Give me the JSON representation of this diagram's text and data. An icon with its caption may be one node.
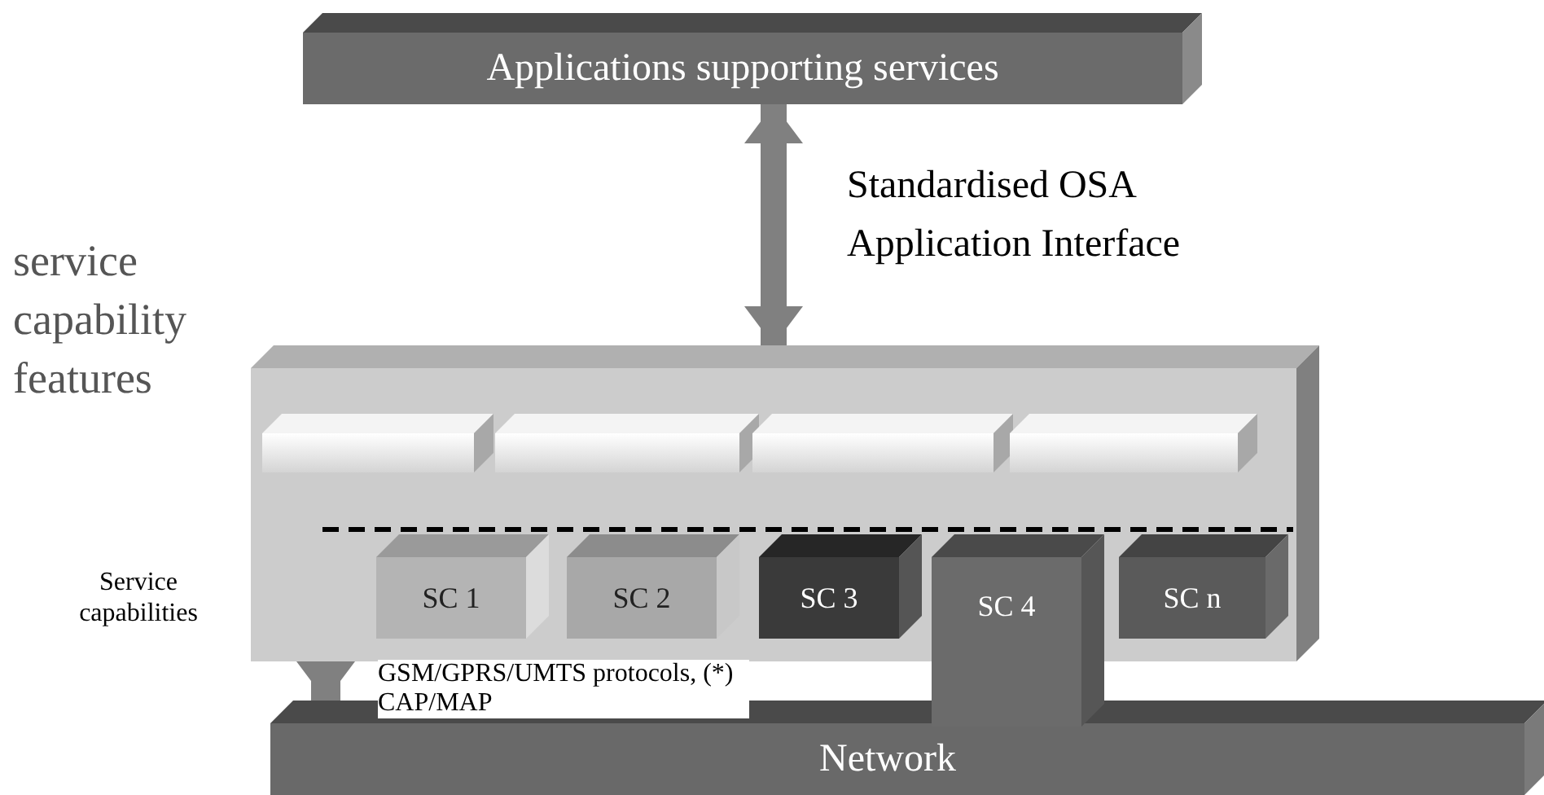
{
  "diagram": {
    "nodes": [
      {
        "text": [
          "Applications  supporting services"
        ]
      },
      {
        "text": [
          "service capability features"
        ]
      },
      {
        "text": [],
        "shape": "box",
        "in": 1
      },
      {
        "text": [],
        "shape": "box",
        "in": 1
      },
      {
        "text": [],
        "shape": "box",
        "in": 1
      },
      {
        "text": [],
        "shape": "box",
        "in": 1
      },
      {
        "text": [
          "SC 1"
        ],
        "in": 1
      },
      {
        "text": [
          "SC 2"
        ],
        "in": 1
      },
      {
        "text": [
          "SC 3"
        ],
        "in": 1
      },
      {
        "text": [
          "SC 4"
        ]
      },
      {
        "text": [
          "SC n"
        ],
        "in": 1
      },
      {
        "text": [
          "Network"
        ]
      }
    ],
    "edges": [
      {
        "from": 0,
        "to": 1,
        "arrow": "both",
        "label": "Standardised OSA Application Interface"
      },
      {
        "from": 1,
        "to": 11,
        "arrow": "to",
        "label": "GSM/GPRS/UMTS protocols, (*) CAP/MAP"
      }
    ],
    "labels": [
      "Service capabilities"
    ]
  }
}
